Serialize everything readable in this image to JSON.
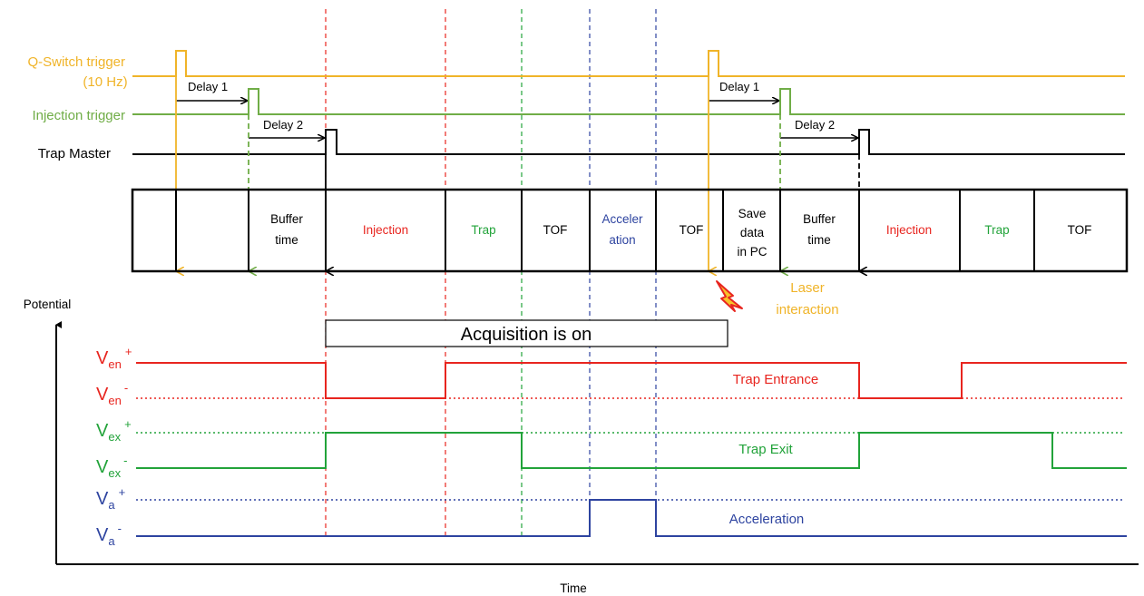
{
  "triggers": {
    "qswitch_label": "Q-Switch trigger",
    "qswitch_rate": "(10 Hz)",
    "injection_label": "Injection trigger",
    "trap_master_label": "Trap Master",
    "delay1": "Delay 1",
    "delay2": "Delay 2"
  },
  "phases": {
    "buffer_line1": "Buffer",
    "buffer_line2": "time",
    "injection": "Injection",
    "trap": "Trap",
    "tof": "TOF",
    "accel_line1": "Acceler",
    "accel_line2": "ation",
    "save_line1": "Save",
    "save_line2": "data",
    "save_line3": "in PC"
  },
  "laser": {
    "line1": "Laser",
    "line2": "interaction"
  },
  "acquisition": "Acquisition is on",
  "axes": {
    "y_label": "Potential",
    "x_label": "Time"
  },
  "levels": {
    "v_en": "V",
    "en_sub": "en",
    "v_ex": "V",
    "ex_sub": "ex",
    "v_a": "V",
    "a_sub": "a",
    "plus": "+",
    "minus": "-"
  },
  "signals": {
    "trap_entrance": "Trap Entrance",
    "trap_exit": "Trap Exit",
    "acceleration": "Acceleration"
  },
  "colors": {
    "qswitch": "#f0b429",
    "injection": "#70ad47",
    "trap_master": "#000000",
    "entrance": "#e8251f",
    "exit": "#22a33a",
    "accel": "#2e44a0",
    "laser_bolt": "#e8251f"
  }
}
